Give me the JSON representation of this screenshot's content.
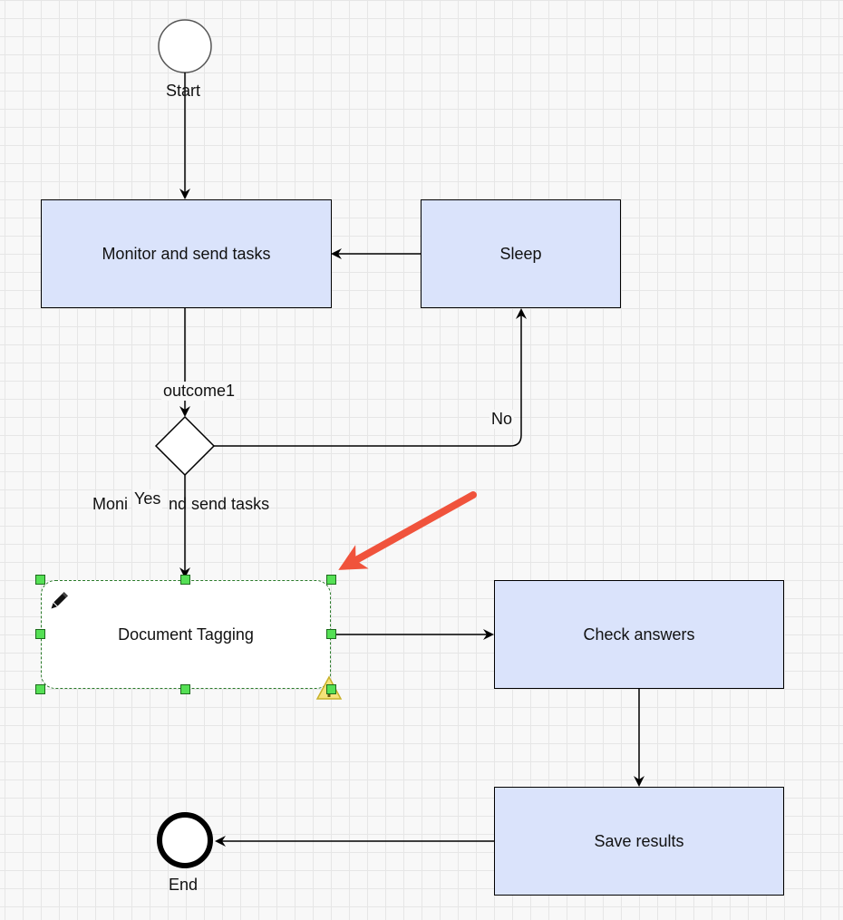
{
  "nodes": {
    "start": "Start",
    "monitor": "Monitor and send tasks",
    "sleep": "Sleep",
    "document_tagging": "Document Tagging",
    "check_answers": "Check answers",
    "save_results": "Save results",
    "end": "End"
  },
  "edge_labels": {
    "outcome": "outcome1",
    "no": "No",
    "yes": "Yes",
    "ghost_left": "Moni",
    "ghost_right": "nd send tasks"
  },
  "colors": {
    "task_fill": "#dae3fb",
    "selection_handle": "#55e055",
    "annotation_arrow": "#f0533c"
  },
  "icons": {
    "edit": "pencil-icon",
    "hint": "warning-icon"
  }
}
